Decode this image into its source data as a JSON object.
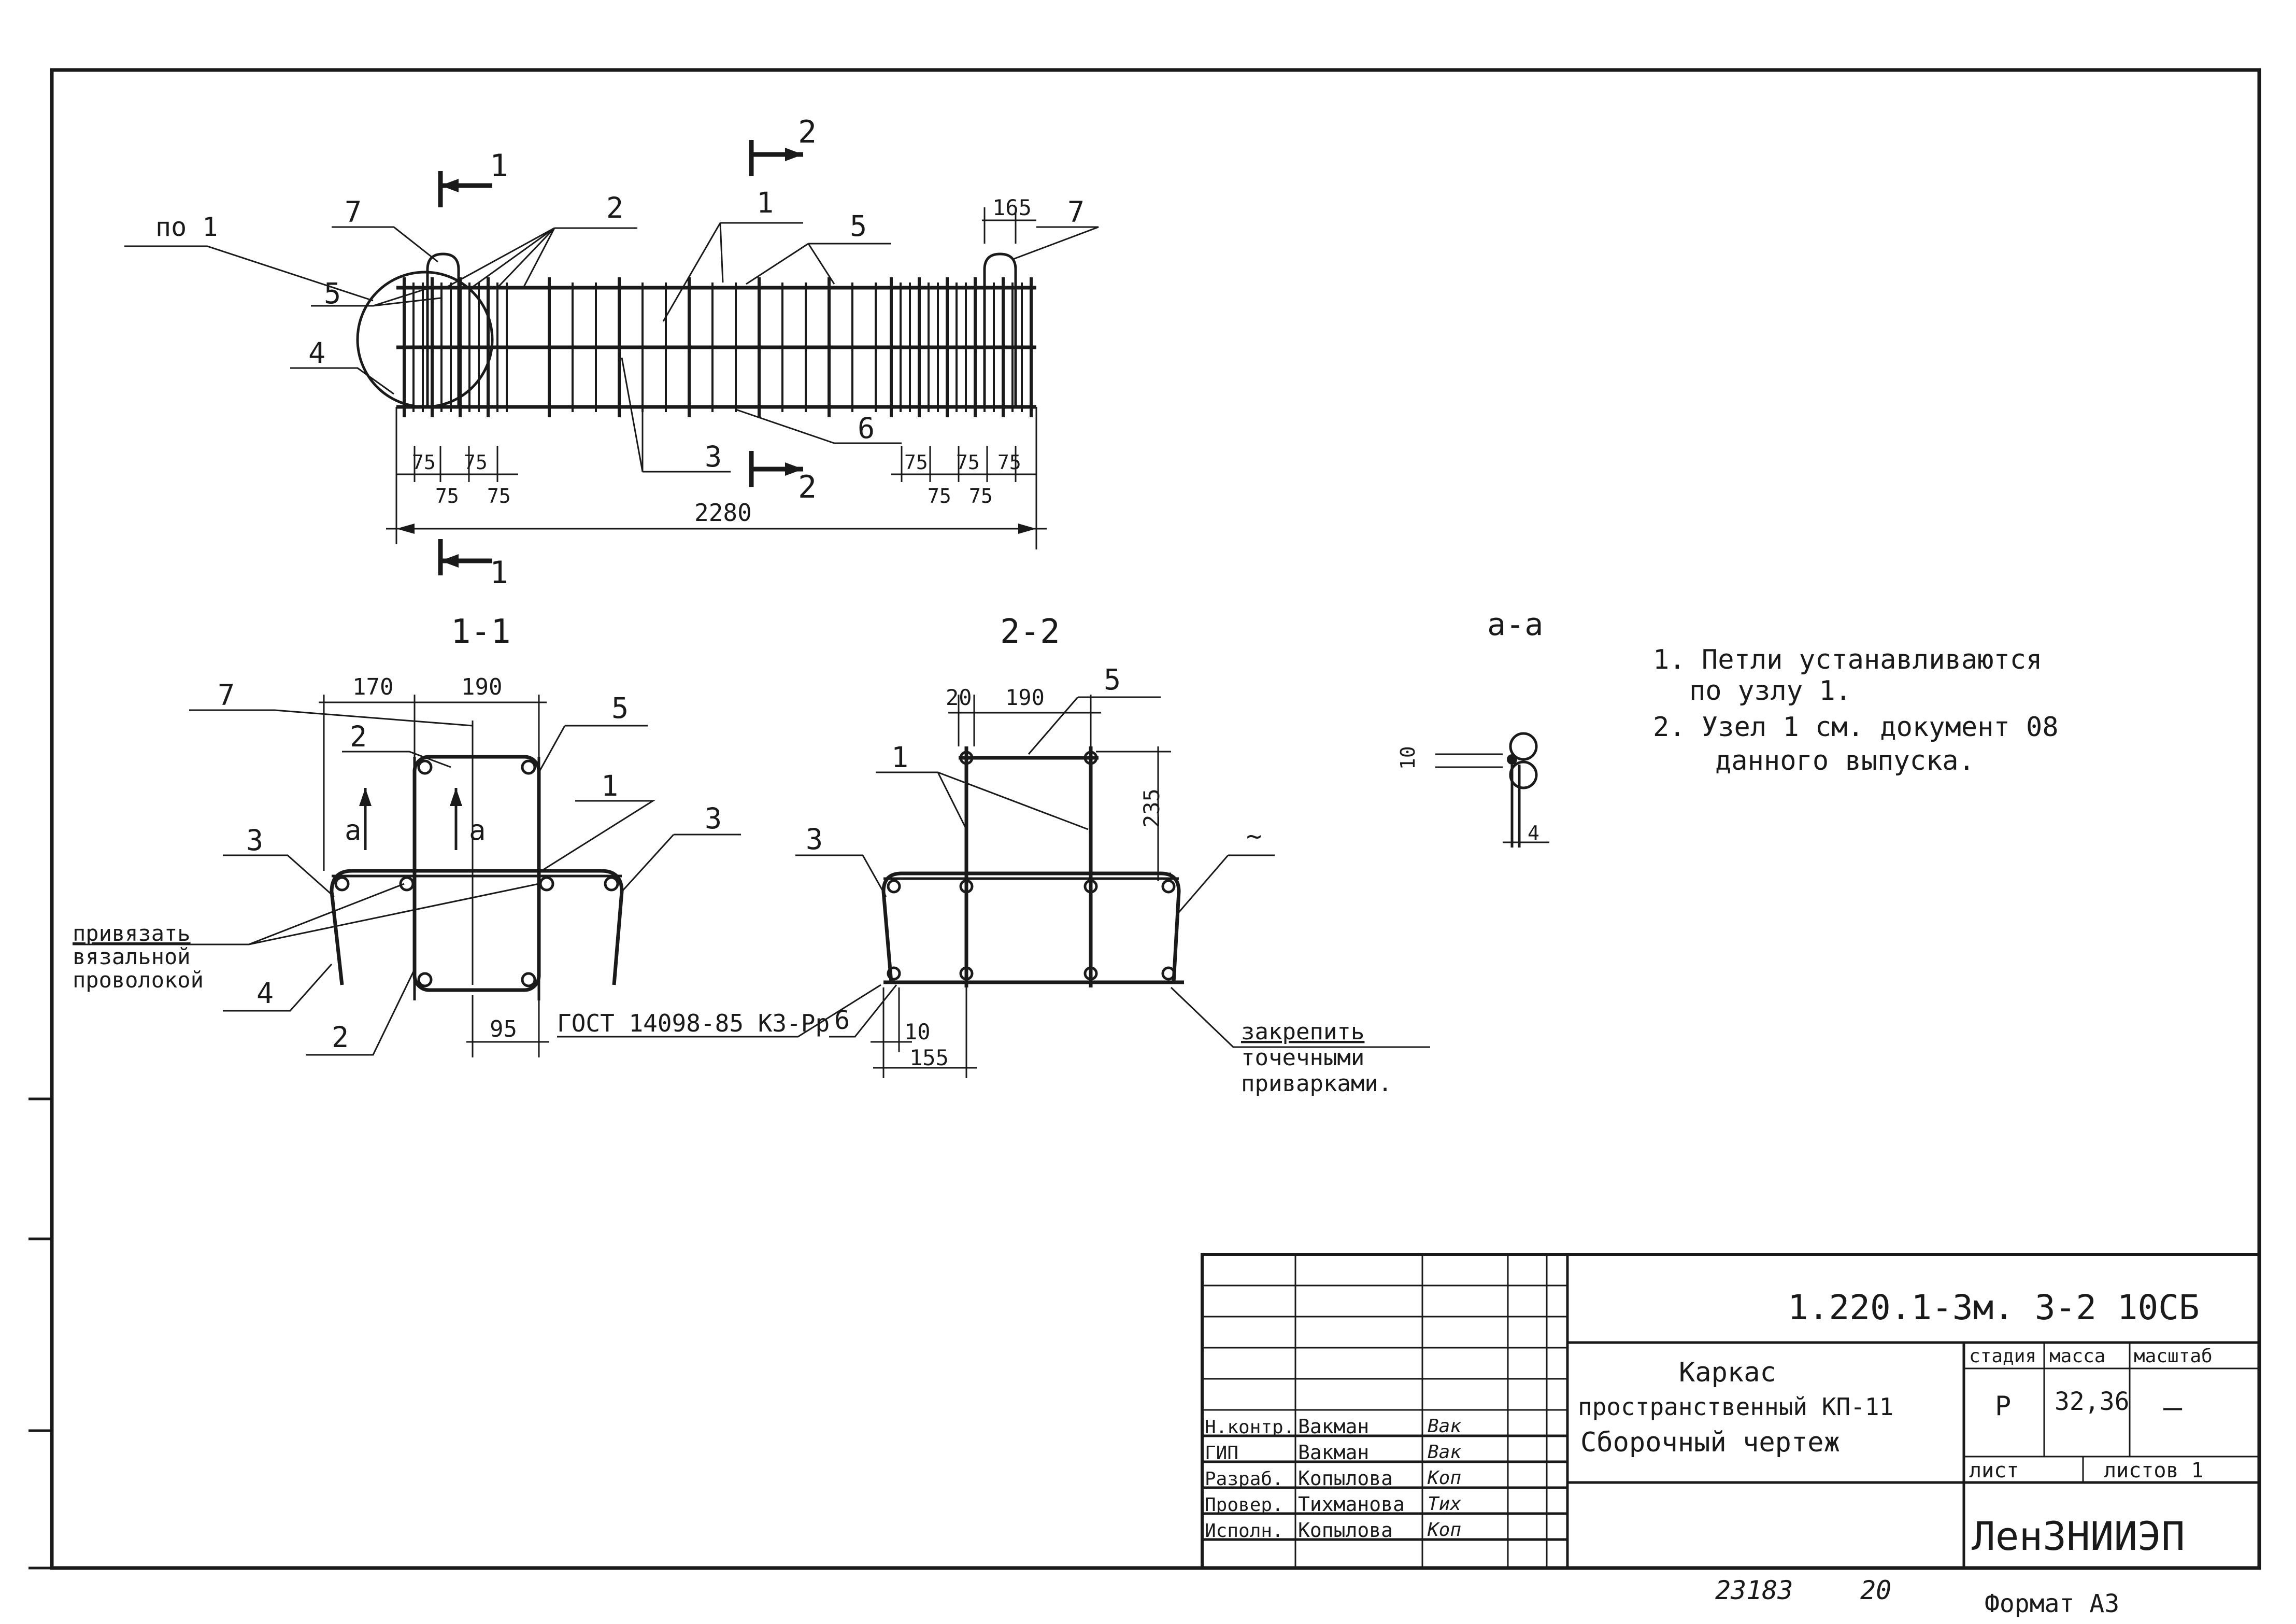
{
  "plan": {
    "section_mark_1": "1",
    "section_mark_2": "2",
    "callouts": {
      "po1": "по 1",
      "c7": "7",
      "c2": "2",
      "c1": "1",
      "c5a": "5",
      "c5b": "5",
      "c4": "4",
      "c3": "3",
      "c6": "6",
      "c7r": "7"
    },
    "dims": {
      "d165": "165",
      "d75": "75",
      "total": "2280"
    }
  },
  "sections": {
    "s11": {
      "title": "1-1",
      "dim_170": "170",
      "dim_190": "190",
      "dim_95": "95",
      "callouts": {
        "c7": "7",
        "c2a": "2",
        "c5": "5",
        "c1": "1",
        "c3l": "3",
        "c3r": "3",
        "c4": "4",
        "c2b": "2"
      },
      "cut_a": "а",
      "tie_note": [
        "привязать",
        "вязальной",
        "проволокой"
      ],
      "gost": "ГОСТ 14098-85 К3-Рр"
    },
    "s22": {
      "title": "2-2",
      "dim_20": "20",
      "dim_190": "190",
      "dim_235": "235",
      "dim_10": "10",
      "dim_155": "155",
      "callouts": {
        "c5": "5",
        "c1": "1",
        "c3": "3",
        "c6": "6",
        "c_right": "~"
      },
      "weld_note": [
        "закрепить",
        "точечными",
        "приварками."
      ]
    },
    "saa": {
      "title": "а-а",
      "dim_10": "10",
      "dim_4": "4"
    }
  },
  "notes": [
    "1. Петли устанавливаются",
    "по узлу 1.",
    "2. Узел 1 см. документ 08",
    "данного выпуска."
  ],
  "title_block": {
    "designation": "1.220.1-3м. 3-2 10СБ",
    "name_lines": [
      "Каркас",
      "пространственный КП-11",
      "Сборочный чертеж"
    ],
    "headers": {
      "stage": "стадия",
      "mass": "масса",
      "scale": "масштаб"
    },
    "stage": "Р",
    "mass": "32,36",
    "scale": "—",
    "sheet_label": "лист",
    "sheets_label": "листов 1",
    "org": "ЛенЗНИИЭП",
    "staff": [
      {
        "role": "Н.контр.",
        "name": "Вакман",
        "sign": "Вак"
      },
      {
        "role": "ГИП",
        "name": "Вакман",
        "sign": "Вак"
      },
      {
        "role": "Разраб.",
        "name": "Копылова",
        "sign": "Коп"
      },
      {
        "role": "Провер.",
        "name": "Тихманова",
        "sign": "Тих"
      },
      {
        "role": "Исполн.",
        "name": "Копылова",
        "sign": "Коп"
      }
    ]
  },
  "footer": {
    "inv": "23183",
    "num": "20",
    "format": "Формат А3"
  }
}
